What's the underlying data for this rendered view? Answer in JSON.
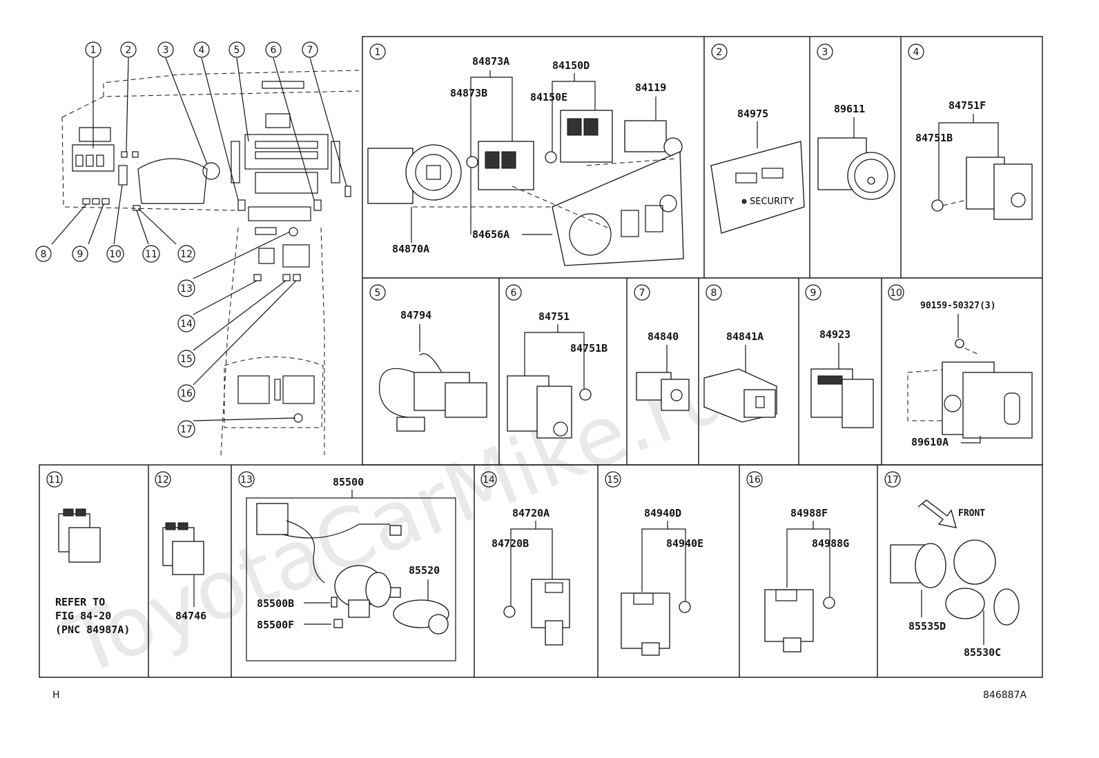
{
  "watermark": "ToyotaCarMike.ru",
  "footer": {
    "left": "H",
    "right": "846887A"
  },
  "overview_callouts": [
    "1",
    "2",
    "3",
    "4",
    "5",
    "6",
    "7",
    "8",
    "9",
    "10",
    "11",
    "12",
    "13",
    "14",
    "15",
    "16",
    "17"
  ],
  "panels": [
    {
      "id": "1",
      "parts": [
        "84873A",
        "84873B",
        "84150D",
        "84150E",
        "84119",
        "84870A",
        "84656A"
      ]
    },
    {
      "id": "2",
      "parts": [
        "84975"
      ],
      "text": [
        "SECURITY"
      ]
    },
    {
      "id": "3",
      "parts": [
        "89611"
      ]
    },
    {
      "id": "4",
      "parts": [
        "84751F",
        "84751B"
      ]
    },
    {
      "id": "5",
      "parts": [
        "84794"
      ]
    },
    {
      "id": "6",
      "parts": [
        "84751",
        "84751B"
      ]
    },
    {
      "id": "7",
      "parts": [
        "84840"
      ]
    },
    {
      "id": "8",
      "parts": [
        "84841A"
      ]
    },
    {
      "id": "9",
      "parts": [
        "84923"
      ]
    },
    {
      "id": "10",
      "parts": [
        "90159-50327(3)",
        "89610A"
      ]
    },
    {
      "id": "11",
      "parts": [],
      "note": [
        "REFER TO",
        "FIG 84-20",
        "(PNC 84987A)"
      ]
    },
    {
      "id": "12",
      "parts": [
        "84746"
      ]
    },
    {
      "id": "13",
      "parts": [
        "85500",
        "85520",
        "85500B",
        "85500F"
      ]
    },
    {
      "id": "14",
      "parts": [
        "84720A",
        "84720B"
      ]
    },
    {
      "id": "15",
      "parts": [
        "84940D",
        "84940E"
      ]
    },
    {
      "id": "16",
      "parts": [
        "84988F",
        "84988G"
      ]
    },
    {
      "id": "17",
      "parts": [
        "85535D",
        "85530C"
      ],
      "text": [
        "FRONT"
      ]
    }
  ]
}
